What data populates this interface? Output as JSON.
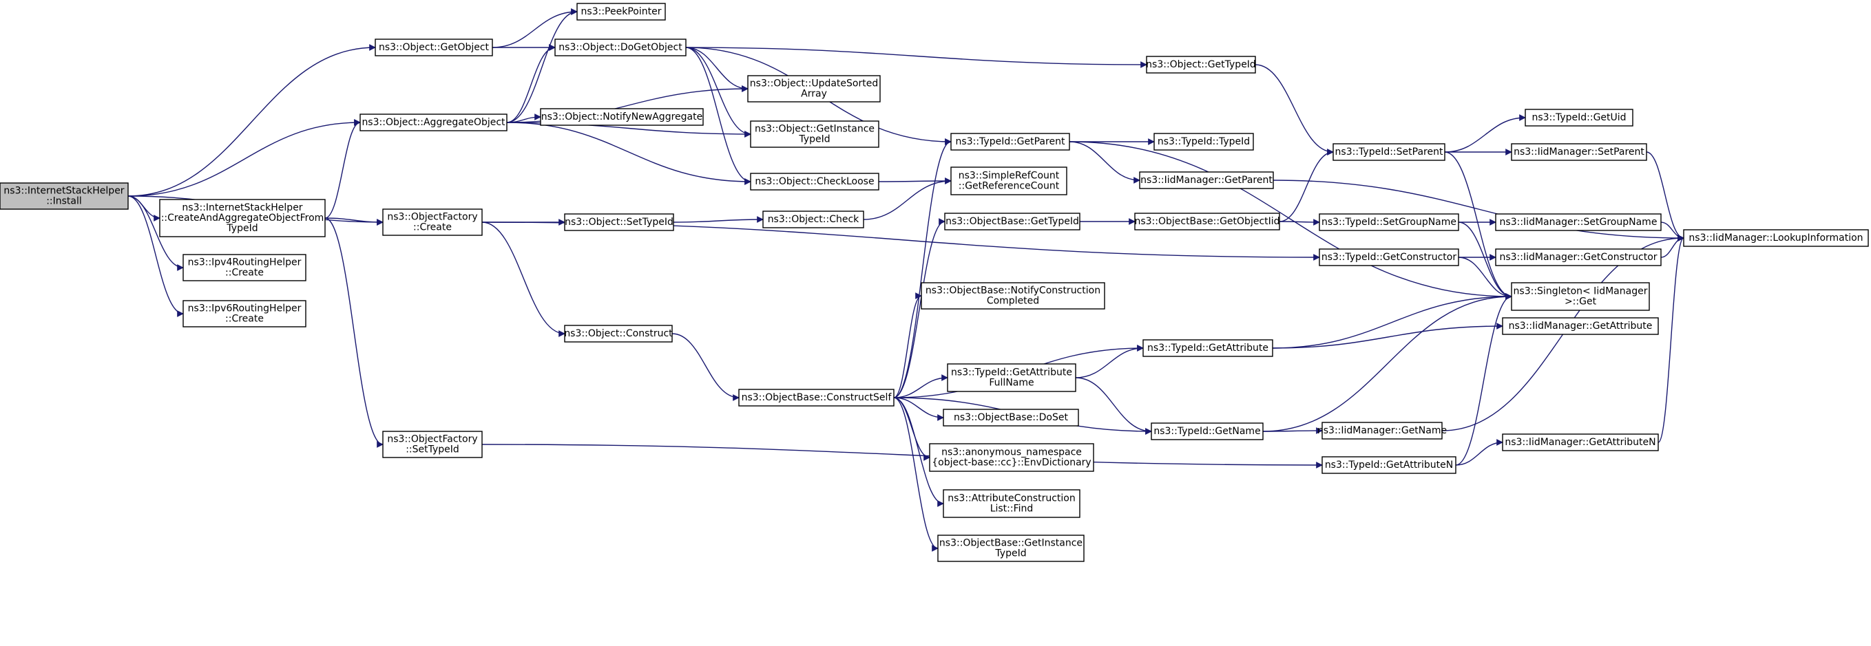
{
  "nodes": {
    "install": [
      "ns3::InternetStackHelper",
      "::Install"
    ],
    "getobject": [
      "ns3::Object::GetObject"
    ],
    "peekpointer": [
      "ns3::PeekPointer"
    ],
    "dogetobject": [
      "ns3::Object::DoGetObject"
    ],
    "aggregate": [
      "ns3::Object::AggregateObject"
    ],
    "notifynew": [
      "ns3::Object::NotifyNewAggregate"
    ],
    "updatesorted": [
      "ns3::Object::UpdateSorted",
      "Array"
    ],
    "getinstance": [
      "ns3::Object::GetInstance",
      "TypeId"
    ],
    "checkloose": [
      "ns3::Object::CheckLoose"
    ],
    "createagg": [
      "ns3::InternetStackHelper",
      "::CreateAndAggregateObjectFrom",
      "TypeId"
    ],
    "ofcreate": [
      "ns3::ObjectFactory",
      "::Create"
    ],
    "settypeid": [
      "ns3::Object::SetTypeId"
    ],
    "check": [
      "ns3::Object::Check"
    ],
    "ipv4": [
      "ns3::Ipv4RoutingHelper",
      "::Create"
    ],
    "ipv6": [
      "ns3::Ipv6RoutingHelper",
      "::Create"
    ],
    "construct": [
      "ns3::Object::Construct"
    ],
    "ofsettypeid": [
      "ns3::ObjectFactory",
      "::SetTypeId"
    ],
    "constructself": [
      "ns3::ObjectBase::ConstructSelf"
    ],
    "getparent": [
      "ns3::TypeId::GetParent"
    ],
    "simplerefcount": [
      "ns3::SimpleRefCount",
      "::GetReferenceCount"
    ],
    "obgettypeid": [
      "ns3::ObjectBase::GetTypeId"
    ],
    "notifyconstruction": [
      "ns3::ObjectBase::NotifyConstruction",
      "Completed"
    ],
    "getattrfullname": [
      "ns3::TypeId::GetAttribute",
      "FullName"
    ],
    "doset": [
      "ns3::ObjectBase::DoSet"
    ],
    "envdict": [
      "ns3::anonymous_namespace",
      "{object-base::cc}::EnvDictionary"
    ],
    "attrconstruct": [
      "ns3::AttributeConstruction",
      "List::Find"
    ],
    "obgetinstance": [
      "ns3::ObjectBase::GetInstance",
      "TypeId"
    ],
    "objgettypeid": [
      "ns3::Object::GetTypeId"
    ],
    "typeidtypeid": [
      "ns3::TypeId::TypeId"
    ],
    "iidgetparent": [
      "ns3::IidManager::GetParent"
    ],
    "getobjectiid": [
      "ns3::ObjectBase::GetObjectIid"
    ],
    "getattribute": [
      "ns3::TypeId::GetAttribute"
    ],
    "getname": [
      "ns3::TypeId::GetName"
    ],
    "getattributen": [
      "ns3::TypeId::GetAttributeN"
    ],
    "setparent": [
      "ns3::TypeId::SetParent"
    ],
    "setgroupname": [
      "ns3::TypeId::SetGroupName"
    ],
    "getconstructor": [
      "ns3::TypeId::GetConstructor"
    ],
    "getuid": [
      "ns3::TypeId::GetUid"
    ],
    "iidsetparent": [
      "ns3::IidManager::SetParent"
    ],
    "iidsetgroupname": [
      "ns3::IidManager::SetGroupName"
    ],
    "iidgetconstructor": [
      "ns3::IidManager::GetConstructor"
    ],
    "singleton": [
      "ns3::Singleton< IidManager",
      " >::Get"
    ],
    "iidgetattribute": [
      "ns3::IidManager::GetAttribute"
    ],
    "iidgetname": [
      "ns3::IidManager::GetName"
    ],
    "iidgetattributen": [
      "ns3::IidManager::GetAttributeN"
    ],
    "lookup": [
      "ns3::IidManager::LookupInformation"
    ]
  },
  "edges": [
    [
      "install",
      "getobject"
    ],
    [
      "install",
      "aggregate"
    ],
    [
      "install",
      "createagg"
    ],
    [
      "install",
      "ofcreate"
    ],
    [
      "install",
      "ipv4"
    ],
    [
      "install",
      "ipv6"
    ],
    [
      "getobject",
      "peekpointer"
    ],
    [
      "getobject",
      "dogetobject"
    ],
    [
      "dogetobject",
      "updatesorted"
    ],
    [
      "dogetobject",
      "getinstance"
    ],
    [
      "dogetobject",
      "checkloose"
    ],
    [
      "dogetobject",
      "objgettypeid"
    ],
    [
      "dogetobject",
      "getparent"
    ],
    [
      "aggregate",
      "peekpointer"
    ],
    [
      "aggregate",
      "dogetobject"
    ],
    [
      "aggregate",
      "notifynew"
    ],
    [
      "aggregate",
      "updatesorted"
    ],
    [
      "aggregate",
      "getinstance"
    ],
    [
      "aggregate",
      "checkloose"
    ],
    [
      "createagg",
      "aggregate"
    ],
    [
      "createagg",
      "ofcreate"
    ],
    [
      "createagg",
      "ofsettypeid"
    ],
    [
      "ofcreate",
      "settypeid"
    ],
    [
      "ofcreate",
      "construct"
    ],
    [
      "ofcreate",
      "getconstructor"
    ],
    [
      "settypeid",
      "check"
    ],
    [
      "check",
      "simplerefcount"
    ],
    [
      "checkloose",
      "simplerefcount"
    ],
    [
      "construct",
      "constructself"
    ],
    [
      "ofsettypeid",
      "getattributen"
    ],
    [
      "constructself",
      "getparent"
    ],
    [
      "constructself",
      "obgettypeid"
    ],
    [
      "constructself",
      "notifyconstruction"
    ],
    [
      "constructself",
      "getattribute"
    ],
    [
      "constructself",
      "getattrfullname"
    ],
    [
      "constructself",
      "doset"
    ],
    [
      "constructself",
      "envdict"
    ],
    [
      "constructself",
      "attrconstruct"
    ],
    [
      "constructself",
      "obgetinstance"
    ],
    [
      "constructself",
      "getname"
    ],
    [
      "getparent",
      "typeidtypeid"
    ],
    [
      "getparent",
      "iidgetparent"
    ],
    [
      "getparent",
      "singleton"
    ],
    [
      "obgettypeid",
      "getobjectiid"
    ],
    [
      "getobjectiid",
      "setparent"
    ],
    [
      "getobjectiid",
      "setgroupname"
    ],
    [
      "getattrfullname",
      "getattribute"
    ],
    [
      "getattrfullname",
      "getname"
    ],
    [
      "objgettypeid",
      "setparent"
    ],
    [
      "iidgetparent",
      "lookup"
    ],
    [
      "setparent",
      "getuid"
    ],
    [
      "setparent",
      "iidsetparent"
    ],
    [
      "setparent",
      "singleton"
    ],
    [
      "setgroupname",
      "iidsetgroupname"
    ],
    [
      "setgroupname",
      "singleton"
    ],
    [
      "getconstructor",
      "iidgetconstructor"
    ],
    [
      "getconstructor",
      "singleton"
    ],
    [
      "getattribute",
      "iidgetattribute"
    ],
    [
      "getattribute",
      "singleton"
    ],
    [
      "getname",
      "iidgetname"
    ],
    [
      "getname",
      "singleton"
    ],
    [
      "getattributen",
      "iidgetattributen"
    ],
    [
      "getattributen",
      "singleton"
    ],
    [
      "iidsetparent",
      "lookup"
    ],
    [
      "iidsetgroupname",
      "lookup"
    ],
    [
      "iidgetconstructor",
      "lookup"
    ],
    [
      "iidgetname",
      "lookup"
    ],
    [
      "iidgetattributen",
      "lookup"
    ]
  ]
}
